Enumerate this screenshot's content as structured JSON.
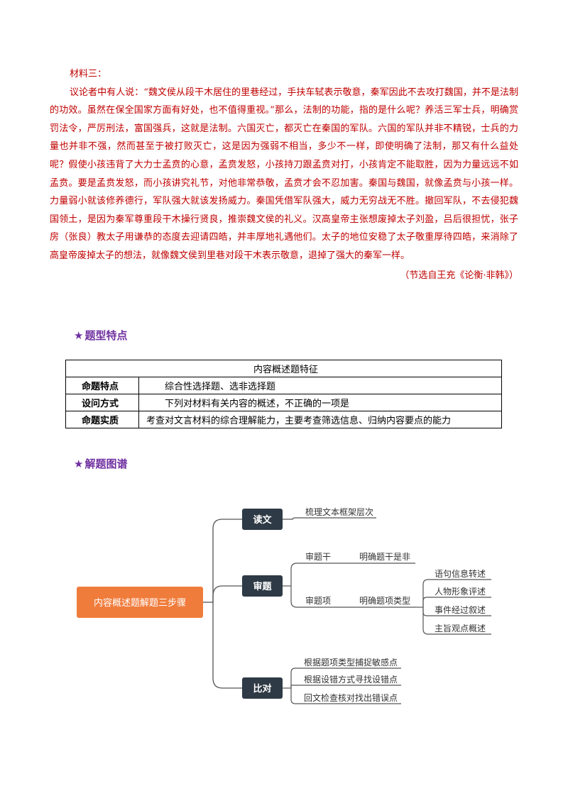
{
  "material": {
    "label": "材料三：",
    "paragraph": "议论者中有人说：“魏文侯从段干木居住的里巷经过，手扶车轼表示敬意，秦军因此不去攻打魏国，并不是法制的功效。虽然在保全国家方面有好处，也不值得重视。”那么，法制的功能，指的是什么呢？养活三军士兵，明确赏罚法令，严厉刑法，富国强兵，这就是法制。六国灭亡，都灭亡在秦国的军队。六国的军队并非不精锐，士兵的力量也并非不强，然而甚至于被打败灭亡，这是因为强弱不相当，多少不一样，即使明确了法制，那又有什么益处呢？假使小孩违背了大力士孟贲的心意，孟贲发怒，小孩持刀跟孟贲对打，小孩肯定不能取胜，因为力量远远不如孟贲。要是孟贲发怒，而小孩讲究礼节，对他非常恭敬，孟贲才会不忍加害。秦国与魏国，就像孟贲与小孩一样。力量弱小就该修养德行，军队强大就该发扬威力。秦国凭借军队强大，威力无穷战无不胜。撤回军队，不去侵犯魏国领土，是因为秦军尊重段干木操行贤良，推崇魏文侯的礼义。汉高皇帝主张想废掉太子刘盈，吕后很担忧，张子房（张良）教太子用谦恭的态度去迎请四皓，并丰厚地礼遇他们。太子的地位安稳了太子敬重厚待四皓，来消除了高皇帝废掉太子的想法，就像魏文侯到里巷对段干木表示敬意，退掉了强大的秦军一样。",
    "source": "（节选自王充《论衡·非韩》）"
  },
  "section1": {
    "star": "★",
    "title": "题型特点"
  },
  "table": {
    "header": "内容概述题特征",
    "rows": [
      {
        "key": "命题特点",
        "value": "综合性选择题、选非选择题"
      },
      {
        "key": "设问方式",
        "value": "下列对材料有关内容的概述，不正确的一项是"
      },
      {
        "key": "命题实质",
        "value": "考查对文言材料的综合理解能力，主要考查筛选信息、归纳内容要点的能力"
      }
    ]
  },
  "section2": {
    "star": "★",
    "title": "解题图谱"
  },
  "mindmap": {
    "root": "内容概述题解题三步骤",
    "step1": {
      "label": "读文",
      "child": "梳理文本框架层次"
    },
    "step2": {
      "label": "审题",
      "sub1": {
        "label": "审题干",
        "child": "明确题干是非"
      },
      "sub2": {
        "label": "审题项",
        "child": "明确题项类型",
        "types": [
          "语句信息转述",
          "人物形象评述",
          "事件经过叙述",
          "主旨观点概述"
        ]
      }
    },
    "step3": {
      "label": "比对",
      "children": [
        "根据题项类型捕捉敏感点",
        "根据设错方式寻找设错点",
        "回文检查核对找出错误点"
      ]
    },
    "colors": {
      "root": "#f07c3c",
      "node": "#2e3a45",
      "line": "#555555"
    }
  }
}
